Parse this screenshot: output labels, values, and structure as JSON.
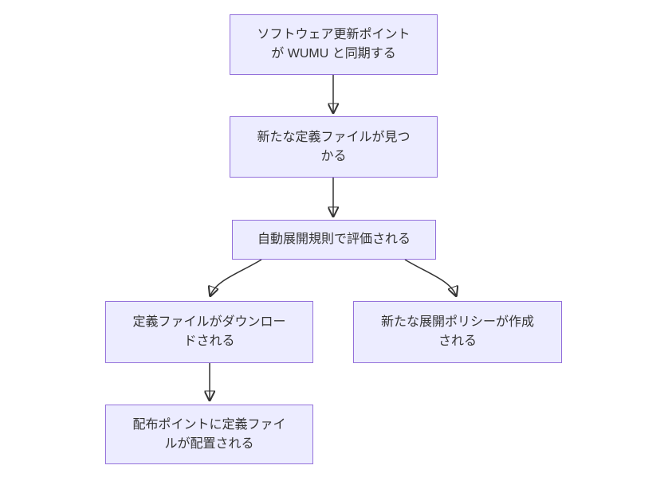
{
  "diagram": {
    "type": "flowchart",
    "direction": "top-down",
    "background": "#ffffff",
    "node_style": {
      "fill": "#ECECFF",
      "border": "#9370DB",
      "text_color": "#333333"
    },
    "edge_style": {
      "color": "#333333",
      "arrowhead": "filled-triangle"
    },
    "nodes": [
      {
        "id": "sup-sync",
        "label": "ソフトウェア更新ポイント\nが WUMU と同期する"
      },
      {
        "id": "new-definition-found",
        "label": "新たな定義ファイルが見つ\nかる"
      },
      {
        "id": "adr-evaluate",
        "label": "自動展開規則で評価される"
      },
      {
        "id": "definition-downloaded",
        "label": "定義ファイルがダウンロー\nドされる"
      },
      {
        "id": "deployment-policy-created",
        "label": "新たな展開ポリシーが作成\nされる"
      },
      {
        "id": "definition-placed-on-dp",
        "label": "配布ポイントに定義ファイ\nルが配置される"
      }
    ],
    "edges": [
      {
        "from": "sup-sync",
        "to": "new-definition-found"
      },
      {
        "from": "new-definition-found",
        "to": "adr-evaluate"
      },
      {
        "from": "adr-evaluate",
        "to": "definition-downloaded"
      },
      {
        "from": "adr-evaluate",
        "to": "deployment-policy-created"
      },
      {
        "from": "definition-downloaded",
        "to": "definition-placed-on-dp"
      }
    ]
  }
}
